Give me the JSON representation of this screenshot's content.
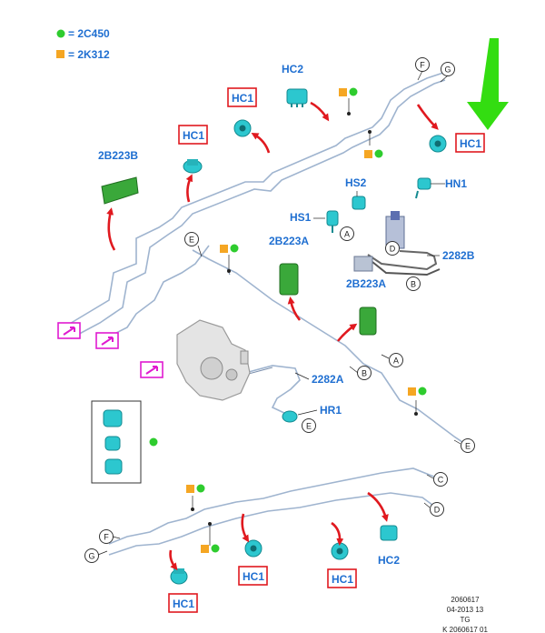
{
  "legend": {
    "green_code": "= 2C450",
    "orange_code": "= 2K312",
    "green_color": "#2ecc2e",
    "orange_color": "#f5a623"
  },
  "labels": {
    "hc2_top": "HC2",
    "hc1_a": "HC1",
    "hc1_b": "HC1",
    "hc1_right": "HC1",
    "b2223b": "2B223B",
    "hs2": "HS2",
    "hn1": "HN1",
    "hs1": "HS1",
    "b2223a_left": "2B223A",
    "b2223a_right": "2B223A",
    "b2282b": "2282B",
    "b2282a": "2282A",
    "hr1": "HR1",
    "hc1_bot1": "HC1",
    "hc1_bot2": "HC1",
    "hc1_bot3": "HC1",
    "hc2_bot": "HC2"
  },
  "circles": {
    "f_top": "F",
    "g_top": "G",
    "e_mid": "E",
    "a_upper": "A",
    "d_upper": "D",
    "b_upper": "B",
    "b_mid": "B",
    "a_mid": "A",
    "e_caliper": "E",
    "e_right": "E",
    "c_low": "C",
    "d_low": "D",
    "f_low": "F",
    "g_low": "G"
  },
  "reference": {
    "line1": "2060617",
    "line2": "04-2013 13",
    "line3": "TG",
    "line4": "K 2060617 01"
  },
  "colors": {
    "pipe": "#9fb4cf",
    "arrow_red": "#e0191f",
    "highlight_arrow": "#33dd11",
    "clip_cyan": "#2cc7cf",
    "bracket_green": "#3aa83a",
    "label_blue": "#1f6fd1",
    "magenta": "#e01ad0"
  },
  "icons": {
    "clip": "hose-clip-icon",
    "bracket": "hose-bracket-icon",
    "view_arrow": "view-direction-icon",
    "highlight": "highlight-arrow-icon"
  }
}
